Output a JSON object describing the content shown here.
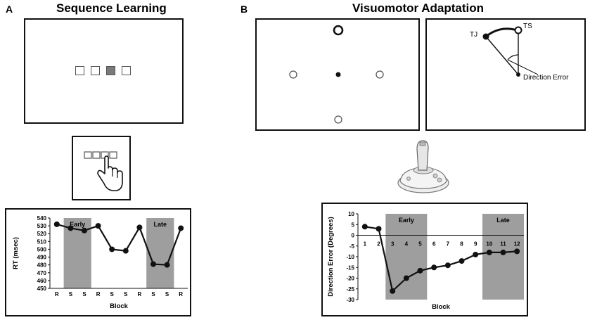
{
  "panel_a": {
    "letter": "A",
    "title": "Sequence Learning"
  },
  "panel_b": {
    "letter": "B",
    "title": "Visuomotor Adaptation",
    "label_tj": "TJ",
    "label_ts": "TS",
    "label_direction_error": "Direction Error"
  },
  "chart_data": [
    {
      "type": "line",
      "ylabel": "RT (msec)",
      "xlabel": "Block",
      "categories": [
        "R",
        "S",
        "S",
        "R",
        "S",
        "S",
        "R",
        "S",
        "S",
        "R"
      ],
      "values": [
        532,
        527,
        524,
        530,
        500,
        498,
        528,
        481,
        480,
        527
      ],
      "ylim": [
        450,
        540
      ],
      "yticks": [
        450,
        460,
        470,
        480,
        490,
        500,
        510,
        520,
        530,
        540
      ],
      "shaded_regions": [
        {
          "label": "Early",
          "from_index": 1,
          "to_index": 2
        },
        {
          "label": "Late",
          "from_index": 7,
          "to_index": 8
        }
      ],
      "grid": false
    },
    {
      "type": "line",
      "ylabel": "Direction Error (Degrees)",
      "xlabel": "Block",
      "categories": [
        "1",
        "2",
        "3",
        "4",
        "5",
        "6",
        "7",
        "8",
        "9",
        "10",
        "11",
        "12"
      ],
      "values": [
        4,
        3,
        -26,
        -20,
        -16.5,
        -15,
        -14,
        -12,
        -9,
        -8,
        -8,
        -7.5
      ],
      "ylim": [
        -30,
        10
      ],
      "yticks": [
        10,
        5,
        0,
        -5,
        -10,
        -15,
        -20,
        -25,
        -30
      ],
      "shaded_regions": [
        {
          "label": "Early",
          "from_index": 2,
          "to_index": 4
        },
        {
          "label": "Late",
          "from_index": 9,
          "to_index": 11
        }
      ],
      "grid": false
    }
  ]
}
